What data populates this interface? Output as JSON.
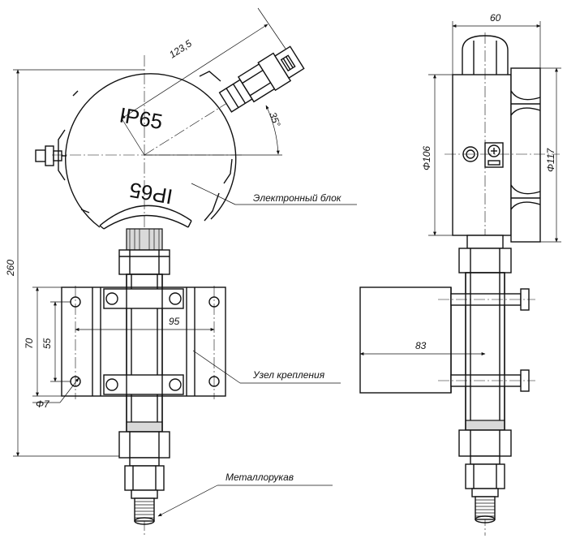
{
  "dimensions": {
    "d_123_5": "123,5",
    "d_35": "35°",
    "d_60": "60",
    "d_phi106": "Φ106",
    "d_phi117": "Φ117",
    "d_260": "260",
    "d_70": "70",
    "d_55": "55",
    "d_95": "95",
    "d_phi7": "Φ7",
    "d_83": "83"
  },
  "markings": {
    "ip_top": "IP65",
    "ip_bottom": "IP65"
  },
  "callouts": {
    "electronic_block": "Электронный блок",
    "mounting_unit": "Узел крепления",
    "metal_hose": "Металлорукав"
  }
}
